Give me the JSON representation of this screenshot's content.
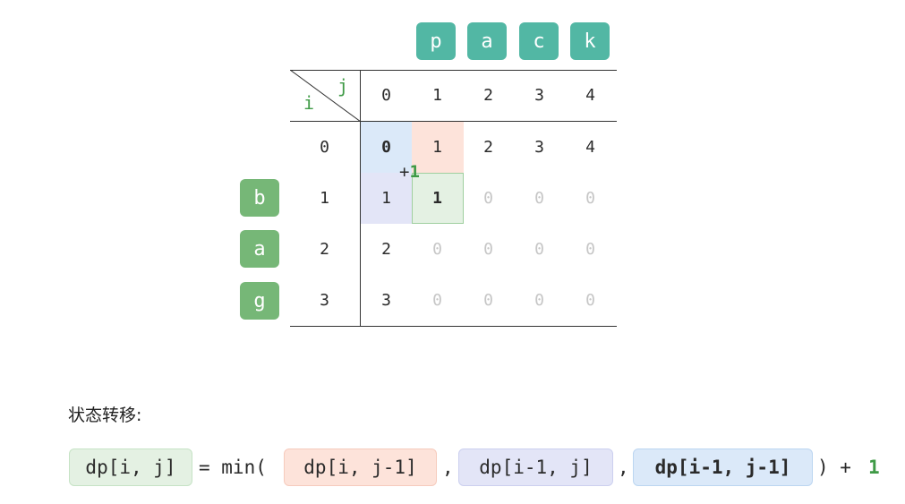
{
  "top_letters": [
    "p",
    "a",
    "c",
    "k"
  ],
  "side_letters": [
    "b",
    "a",
    "g"
  ],
  "corner": {
    "row_var": "i",
    "col_var": "j"
  },
  "col_headers": [
    "0",
    "1",
    "2",
    "3",
    "4"
  ],
  "row_headers": [
    "0",
    "1",
    "2",
    "3"
  ],
  "grid": [
    [
      "0",
      "1",
      "2",
      "3",
      "4"
    ],
    [
      "1",
      "1",
      "0",
      "0",
      "0"
    ],
    [
      "2",
      "0",
      "0",
      "0",
      "0"
    ],
    [
      "3",
      "0",
      "0",
      "0",
      "0"
    ]
  ],
  "increment_label": {
    "plus": "+",
    "one": "1"
  },
  "caption": "状态转移:",
  "formula": {
    "lhs": "dp[i, j]",
    "eq_min": "= min(",
    "term1": "dp[i, j-1]",
    "sep1": ",",
    "term2": "dp[i-1, j]",
    "sep2": ",",
    "term3": "dp[i-1, j-1]",
    "close": ") +",
    "one": "1"
  },
  "colors": {
    "teal": "#52b7a4",
    "green": "#76b777",
    "blue_highlight": "#dbe9f9",
    "orange_highlight": "#fde3da",
    "purple_highlight": "#e3e5f7",
    "green_highlight": "#e4f1e3",
    "green_text": "#3f9a46"
  }
}
